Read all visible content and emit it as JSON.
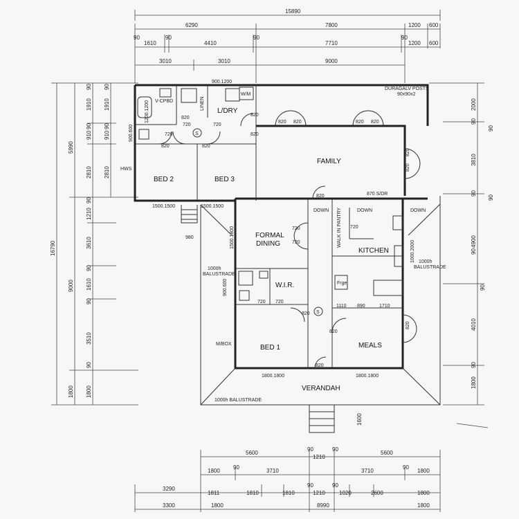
{
  "rooms": {
    "ldry": "L/DRY",
    "family": "FAMILY",
    "bed2": "BED 2",
    "bed3": "BED 3",
    "formal_l1": "FORMAL",
    "formal_l2": "DINING",
    "kitchen": "KITCHEN",
    "bed1": "BED 1",
    "meals": "MEALS",
    "verandah": "VERANDAH",
    "wir": "W.I.R.",
    "walk_in_pantry": "WALK IN PANTRY"
  },
  "labels": {
    "v_cpbd": "V-CPBD",
    "linen": "LINEN",
    "wm": "W/M",
    "hws": "HWS",
    "mbox": "M/BOX",
    "frge": "Frge",
    "down_a": "DOWN",
    "down_b": "DOWN",
    "down_c": "DOWN",
    "sdr": "870 S/DR",
    "bal_left_1": "1000h",
    "bal_left_2": "BALUSTRADE",
    "bal_right_1": "1000h",
    "bal_right_2": "BALUSTRADE",
    "bal_bottom": "1000h BALUSTRADE",
    "posts_1": "DURAGALV POSTS",
    "posts_2": "90x90x2",
    "s1": "S",
    "s2": "S"
  },
  "openings": {
    "w_900_1200": "900.1200",
    "w_1200_1200": "1200.1200",
    "w_900_600a": "900.600",
    "w_900_600b": "900.600",
    "w_1500_1500a": "1500.1500",
    "w_1500_1500b": "1500.1500",
    "w_1500_1800": "1500.1800",
    "w_1800_1800a": "1800.1800",
    "w_1800_1800b": "1800.1800",
    "w_1000_2000": "1000.2000",
    "w_980": "980"
  },
  "doors": {
    "d720_1": "720",
    "d720_2": "720",
    "d720_3": "720",
    "d820_1": "820",
    "d820_2": "820",
    "d820_3": "820",
    "d820_4": "820",
    "d820_5": "820",
    "d820_6": "820",
    "d820_7": "820",
    "d820_8": "820",
    "d820_9": "820",
    "d820_10": "820",
    "d720_4": "720",
    "d720_5": "720",
    "d720_6": "720",
    "d720_7": "720",
    "d720_8": "720",
    "d820_11": "820",
    "d820_12": "820",
    "d820_13": "820",
    "d820_14": "820",
    "d820_15": "820",
    "d820_16": "820"
  },
  "dims_top": {
    "r0": [
      "15890"
    ],
    "r1": [
      "6290",
      "7800",
      "1200",
      "600"
    ],
    "r2": [
      "90",
      "1610",
      "90",
      "4410",
      "90",
      "7710",
      "90",
      "1200",
      "600"
    ],
    "r3": [
      "3010",
      "3010",
      "9000"
    ]
  },
  "dims_left": {
    "total": "16790",
    "outer": [
      "5990",
      "9000",
      "1800"
    ],
    "inner": [
      "1910",
      "910",
      "2810",
      "1210",
      "3610",
      "1610",
      "3510",
      "1800"
    ],
    "gaps": [
      "90",
      "90",
      "90",
      "90",
      "90",
      "90",
      "90",
      "90"
    ]
  },
  "dims_right": {
    "values": [
      "2000",
      "3810",
      "4900",
      "90",
      "4010",
      "1800",
      "1600"
    ],
    "gaps": [
      "90",
      "90",
      "90",
      "90",
      "90",
      "90"
    ]
  },
  "dims_bottom": {
    "r1": [
      "5600",
      "1210",
      "5600"
    ],
    "r2": [
      "1800",
      "3710",
      "3710",
      "1800"
    ],
    "r3": [
      "3290",
      "1811",
      "1810",
      "1810",
      "1210",
      "1020",
      "2600",
      "1800"
    ],
    "r4": [
      "3300",
      "1800",
      "8990",
      "1800"
    ],
    "gaps": [
      "90",
      "90",
      "90",
      "90",
      "90",
      "90"
    ]
  }
}
